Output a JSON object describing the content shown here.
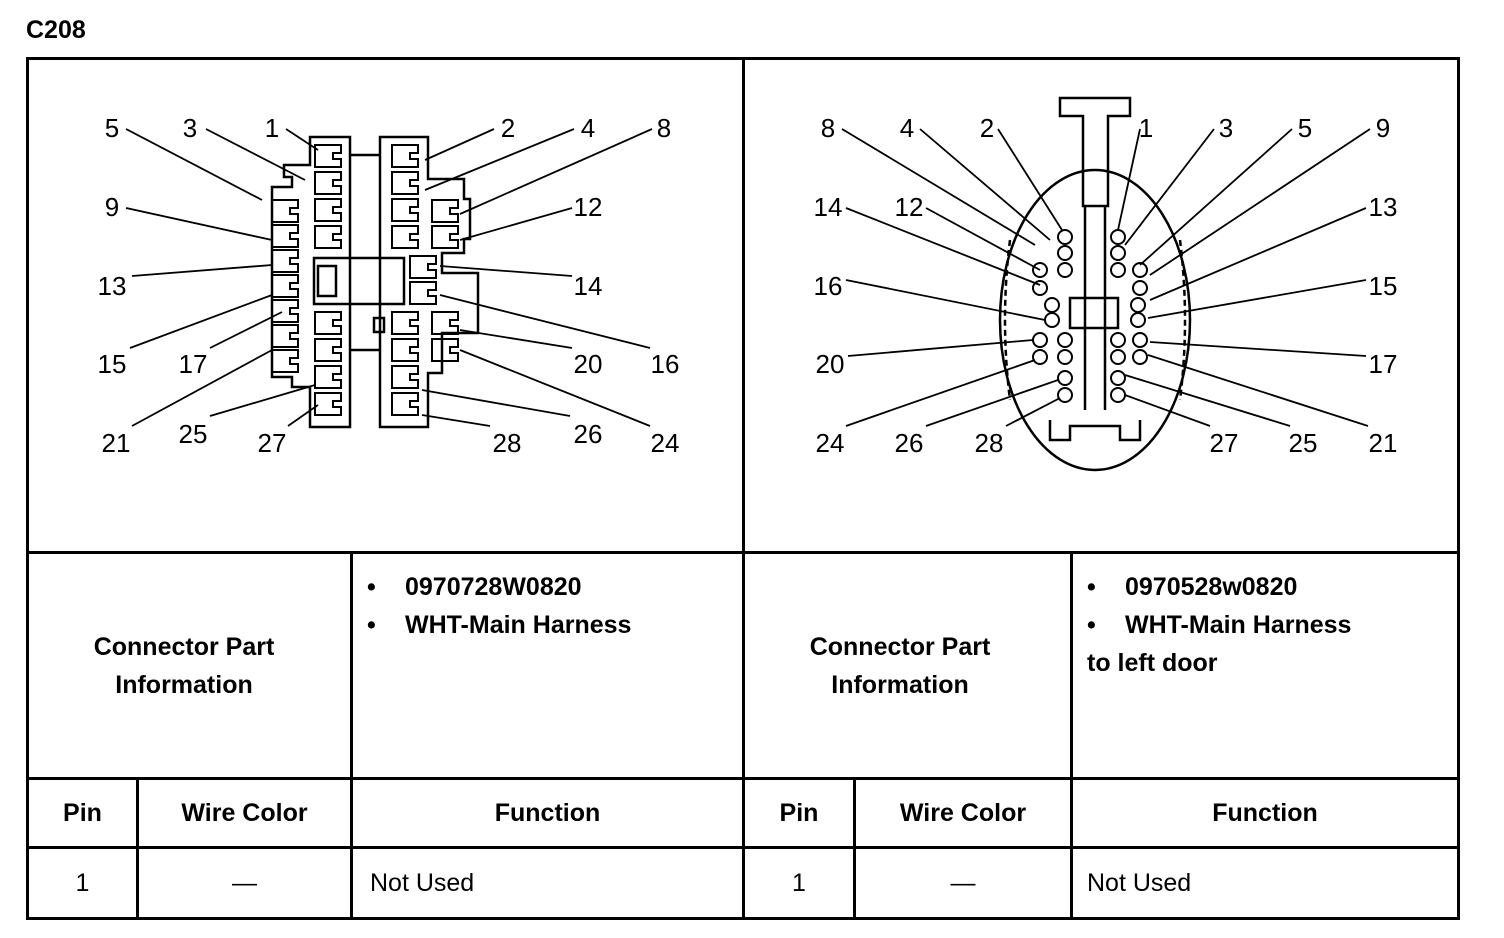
{
  "title": "C208",
  "left": {
    "info_label": "Connector Part Information",
    "part_number": "0970728W0820",
    "part_desc": "WHT-Main Harness",
    "headers": {
      "pin": "Pin",
      "wire": "Wire Color",
      "function": "Function"
    },
    "rows": [
      {
        "pin": "1",
        "wire": "—",
        "function": "Not Used"
      }
    ],
    "pin_labels": [
      "5",
      "3",
      "1",
      "2",
      "4",
      "8",
      "9",
      "12",
      "13",
      "14",
      "15",
      "17",
      "20",
      "16",
      "21",
      "25",
      "27",
      "28",
      "26",
      "24"
    ]
  },
  "right": {
    "info_label": "Connector Part Information",
    "part_number": "0970528w0820",
    "part_desc": "WHT-Main Harness",
    "part_desc2": "to left door",
    "headers": {
      "pin": "Pin",
      "wire": "Wire Color",
      "function": "Function"
    },
    "rows": [
      {
        "pin": "1",
        "wire": "—",
        "function": "Not Used"
      }
    ],
    "pin_labels": [
      "8",
      "4",
      "2",
      "1",
      "3",
      "5",
      "9",
      "14",
      "12",
      "13",
      "16",
      "15",
      "20",
      "17",
      "24",
      "26",
      "28",
      "27",
      "25",
      "21"
    ]
  }
}
